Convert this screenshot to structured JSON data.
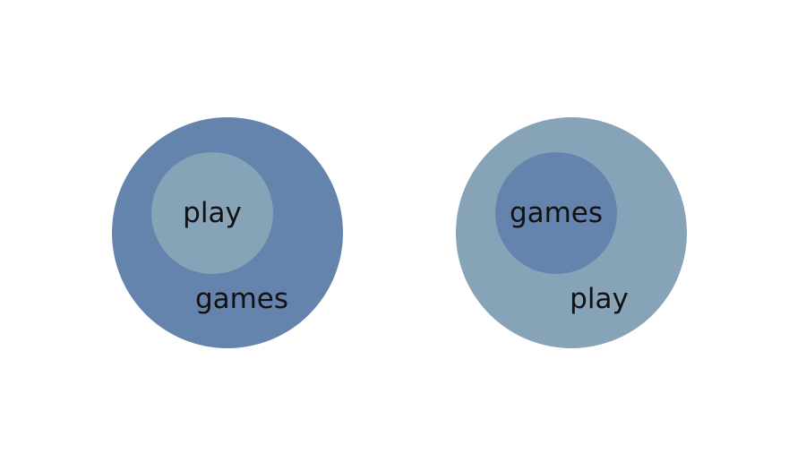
{
  "colors": {
    "dark": "#6584ad",
    "light": "#87a3b8"
  },
  "diagrams": [
    {
      "outer_label": "games",
      "inner_label": "play",
      "outer_color": "dark",
      "inner_color": "light"
    },
    {
      "outer_label": "play",
      "inner_label": "games",
      "outer_color": "light",
      "inner_color": "dark"
    }
  ]
}
